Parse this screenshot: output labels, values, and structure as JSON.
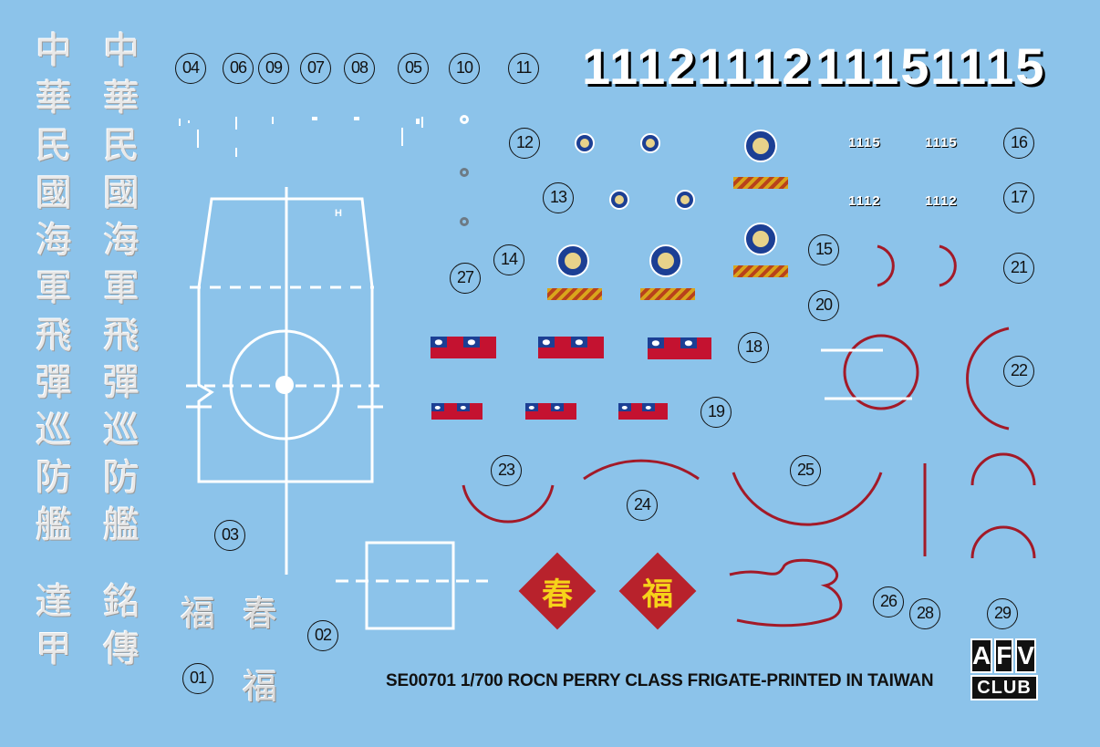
{
  "sheet": {
    "footer_text": "SE00701 1/700 ROCN PERRY CLASS FRIGATE-PRINTED IN TAIWAN",
    "logo_top": [
      "A",
      "F",
      "V"
    ],
    "logo_bottom": "CLUB",
    "colors": {
      "background": "#8cc3ea",
      "accent_red": "#b8222c",
      "flag_blue": "#1c3f94",
      "gold": "#f6d21a"
    }
  },
  "hull_numbers": [
    "1112",
    "1112",
    "1115",
    "1115"
  ],
  "small_hull_numbers": [
    "1115",
    "1115",
    "1112",
    "1112"
  ],
  "cjk_columns": {
    "left": [
      "中",
      "華",
      "民",
      "國",
      "海",
      "軍",
      "飛",
      "彈",
      "巡",
      "防",
      "艦"
    ],
    "right": [
      "中",
      "華",
      "民",
      "國",
      "海",
      "軍",
      "飛",
      "彈",
      "巡",
      "防",
      "艦"
    ],
    "bottom_left": [
      "達",
      "甲"
    ],
    "bottom_right": [
      "銘",
      "傳"
    ]
  },
  "blessing_chars": {
    "fu": "福",
    "chun": "春"
  },
  "diamond_labels": [
    "春",
    "福"
  ],
  "helipad_letter": "H",
  "numbers": {
    "n01": "01",
    "n02": "02",
    "n03": "03",
    "n04": "04",
    "n05": "05",
    "n06": "06",
    "n07": "07",
    "n08": "08",
    "n09": "09",
    "n10": "10",
    "n11": "11",
    "n12": "12",
    "n13": "13",
    "n14": "14",
    "n15": "15",
    "n16": "16",
    "n17": "17",
    "n18": "18",
    "n19": "19",
    "n20": "20",
    "n21": "21",
    "n22": "22",
    "n23": "23",
    "n24": "24",
    "n25": "25",
    "n26": "26",
    "n27": "27",
    "n28": "28",
    "n29": "29"
  }
}
